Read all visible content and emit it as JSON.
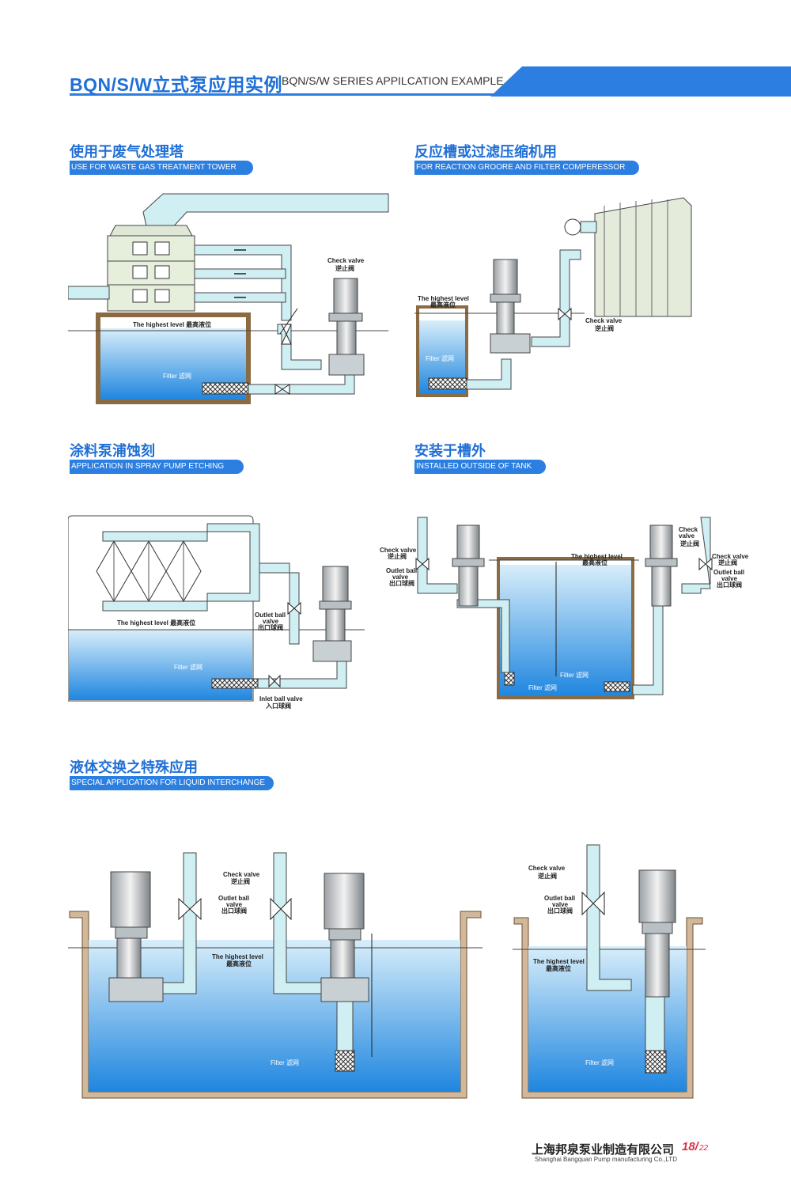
{
  "header": {
    "title_cn": "BQN/S/W立式泵应用实例",
    "title_en": "BQN/S/W SERIES APPILCATION EXAMPLE",
    "accent_color": "#2c7fe0"
  },
  "sections": [
    {
      "title_cn": "使用于废气处理塔",
      "title_en": "USE FOR WASTE GAS TREATMENT TOWER"
    },
    {
      "title_cn": "反应槽或过滤压缩机用",
      "title_en": "FOR REACTION GROORE AND FILTER COMPERESSOR"
    },
    {
      "title_cn": "涂料泵浦蚀刻",
      "title_en": "APPLICATION IN SPRAY PUMP ETCHING"
    },
    {
      "title_cn": "安装于槽外",
      "title_en": "INSTALLED OUTSIDE OF TANK"
    },
    {
      "title_cn": "液体交换之特殊应用",
      "title_en": "SPECIAL APPLICATION FOR LIQUID INTERCHANGE"
    }
  ],
  "labels": {
    "check_valve": "Check valve",
    "check_valve_cn": "逆止阀",
    "check_valve_split_a": "Check",
    "check_valve_split_b": "valve",
    "highest_level": "The highest level",
    "highest_level_cn": "最高液位",
    "highest_level_inline": "The highest level 最高液位",
    "filter": "Filter 滤网",
    "outlet_ball": "Outlet ball",
    "outlet_valve": "valve",
    "outlet_cn": "出口球阀",
    "inlet_ball_valve": "Inlet ball valve",
    "inlet_cn": "入口球阀"
  },
  "footer": {
    "company_cn": "上海邦泉泵业制造有限公司",
    "company_en": "Shanghai Bangquan Pump manufacturing Co.,LTD",
    "page": "18/",
    "total": "22"
  }
}
